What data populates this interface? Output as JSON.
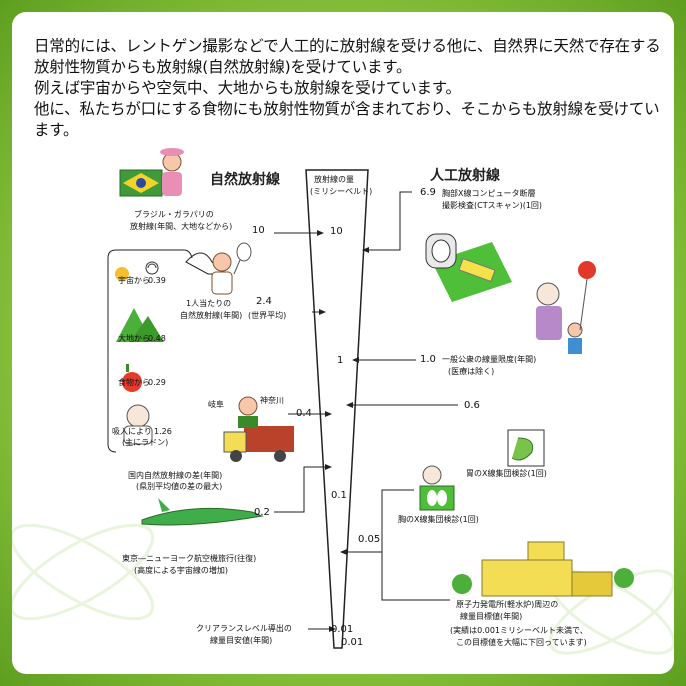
{
  "intro": [
    "日常的には、レントゲン撮影などで人工的に放射線を受ける他に、自然界に天然で存在する放射性物質からも放射線(自然放射線)を受けています。",
    "例えば宇宙からや空気中、大地からも放射線を受けています。",
    "他に、私たちが口にする食物にも放射性物質が含まれており、そこからも放射線を受けています。"
  ],
  "headings": {
    "natural": "自然放射線",
    "artificial": "人工放射線"
  },
  "scale": {
    "title1": "放射線の量",
    "title2": "(ミリシーベルト)",
    "ticks": [
      "10",
      "1",
      "0.1",
      "0.01"
    ]
  },
  "natural": {
    "brazil": {
      "value": "10",
      "line1": "ブラジル・ガラパリの",
      "line2": "放射線(年間、大地などから)"
    },
    "world": {
      "value": "2.4",
      "line1": "1人当たりの",
      "line2": "自然放射線(年間)",
      "note": "(世界平均)"
    },
    "breakdown": [
      {
        "label": "宇宙から",
        "value": "0.39"
      },
      {
        "label": "大地から",
        "value": "0.48"
      },
      {
        "label": "食物から",
        "value": "0.29"
      },
      {
        "label": "吸入により",
        "value": "1.26",
        "note": "(主にラドン)"
      }
    ],
    "domestic": {
      "value": "0.4",
      "line1": "国内自然放射線の差(年間)",
      "line2": "(県別平均値の差の最大)",
      "from": "岐阜",
      "to": "神奈川"
    },
    "flight": {
      "value": "0.2",
      "line1": "東京―ニューヨーク航空機旅行(往復)",
      "line2": "(高度による宇宙線の増加)"
    },
    "clearance": {
      "value": "0.01",
      "line1": "クリアランスレベル導出の",
      "line2": "線量目安値(年間)"
    }
  },
  "artificial": {
    "ct": {
      "value": "6.9",
      "line1": "胸部X線コンピュータ断層",
      "line2": "撮影検査(CTスキャン)(1回)"
    },
    "public": {
      "value": "1.0",
      "line1": "一般公衆の線量限度(年間)",
      "line2": "(医療は除く)"
    },
    "stomach": {
      "value": "0.6",
      "line1": "胃のX線集団検診(1回)"
    },
    "chest": {
      "value": "0.05",
      "line1": "胸のX線集団検診(1回)"
    },
    "nuclear": {
      "line1": "原子力発電所(軽水炉)周辺の",
      "line2": "線量目標値(年間)",
      "line3": "(実績は0.001ミリシーベルト未満で、",
      "line4": "この目標値を大幅に下回っています)"
    }
  }
}
